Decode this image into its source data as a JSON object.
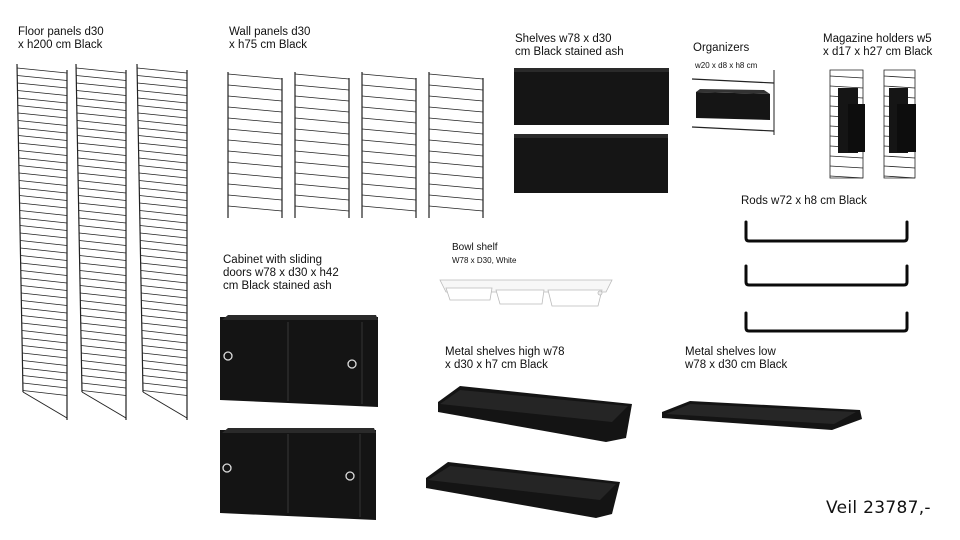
{
  "products": {
    "floor_panels": "Floor panels d30\nx h200 cm Black",
    "wall_panels": "Wall panels d30\nx h75 cm Black",
    "shelves": "Shelves w78 x d30\ncm Black stained ash",
    "organizers": "Organizers",
    "organizers_dims": "w20 x d8 x h8 cm",
    "magazine_holders": "Magazine holders w5\nx d17 x h27 cm Black",
    "rods": "Rods w72 x h8 cm Black",
    "cabinet": "Cabinet with sliding\ndoors w78 x d30 x h42\ncm Black stained ash",
    "bowl_shelf": "Bowl shelf",
    "bowl_shelf_dims": "W78 x D30, White",
    "metal_shelves_high": "Metal shelves high w78\nx d30 x h7 cm Black",
    "metal_shelves_low": "Metal shelves low\nw78 x d30 cm Black"
  },
  "price": "Veil 23787,-",
  "colors": {
    "black": "#111111",
    "white": "#ffffff"
  }
}
